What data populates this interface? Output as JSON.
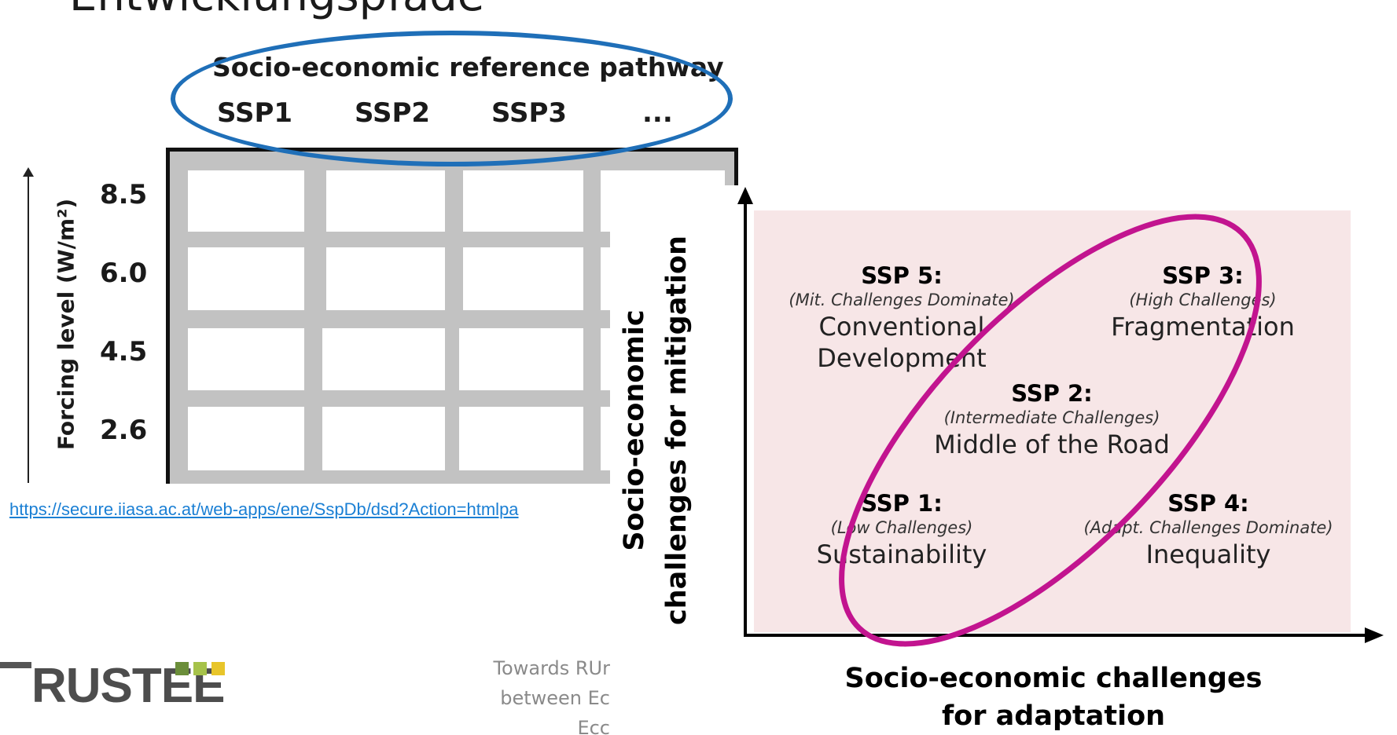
{
  "slide": {
    "title": "Entwicklungspfade"
  },
  "matrix": {
    "pathway_title": "Socio-economic reference pathway",
    "columns": [
      "SSP1",
      "SSP2",
      "SSP3",
      "..."
    ],
    "forcing_axis_label": "Forcing level (W/m²)",
    "forcing_levels": [
      "8.5",
      "6.0",
      "4.5",
      "2.6"
    ],
    "source_url": "https://secure.iiasa.ac.at/web-apps/ene/SspDb/dsd?Action=htmlpa"
  },
  "challenges": {
    "y_axis_title_line1": "Socio-economic",
    "y_axis_title_line2": "challenges for mitigation",
    "x_axis_title_line1": "Socio-economic challenges",
    "x_axis_title_line2": "for adaptation",
    "ssp5": {
      "name": "SSP 5:",
      "sub": "(Mit. Challenges Dominate)",
      "desc1": "Conventional",
      "desc2": "Development"
    },
    "ssp3": {
      "name": "SSP 3:",
      "sub": "(High Challenges)",
      "desc1": "Fragmentation"
    },
    "ssp2": {
      "name": "SSP 2:",
      "sub": "(Intermediate Challenges)",
      "desc1": "Middle of the Road"
    },
    "ssp1": {
      "name": "SSP 1:",
      "sub": "(Low Challenges)",
      "desc1": "Sustainability"
    },
    "ssp4": {
      "name": "SSP 4:",
      "sub": "(Adapt. Challenges Dominate)",
      "desc1": "Inequality"
    }
  },
  "footer": {
    "logo_text": "RUSTEE",
    "text_line1": "Towards RUr",
    "text_line2": "between Ec",
    "text_line3": "Ecc"
  },
  "colors": {
    "ellipse_blue": "#1f6fb8",
    "ellipse_magenta": "#c2148f",
    "logo_dark_green": "#6b8e3a",
    "logo_light_green": "#a6c24a",
    "logo_yellow": "#e8c52a"
  }
}
